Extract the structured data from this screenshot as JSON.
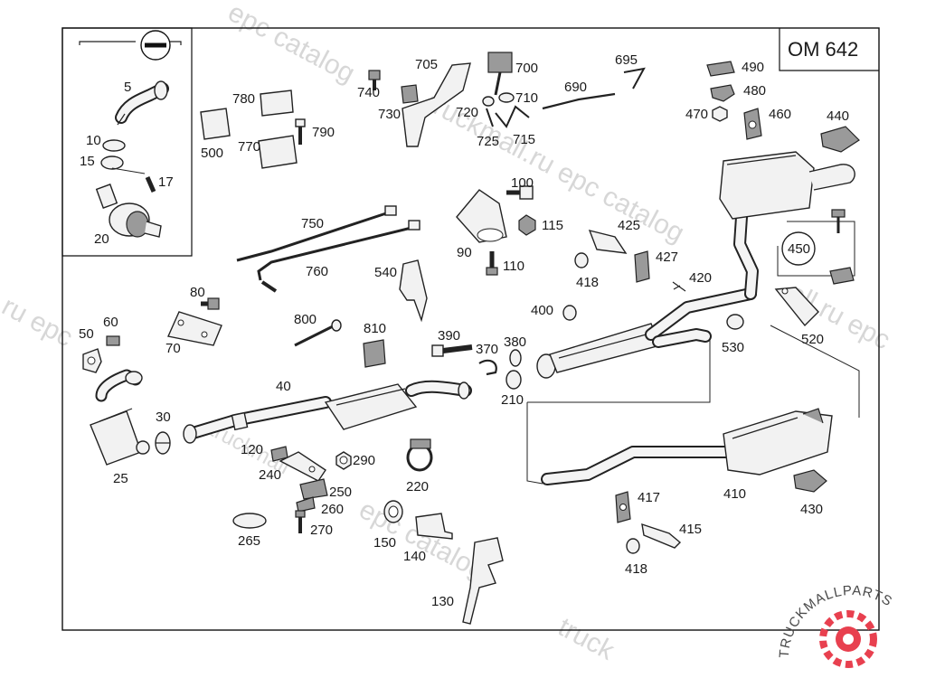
{
  "diagram": {
    "model_code": "OM 642",
    "part_numbers": [
      "5",
      "10",
      "15",
      "17",
      "20",
      "25",
      "30",
      "40",
      "50",
      "60",
      "70",
      "80",
      "90",
      "100",
      "110",
      "115",
      "120",
      "130",
      "140",
      "150",
      "210",
      "220",
      "240",
      "250",
      "260",
      "265",
      "270",
      "290",
      "370",
      "380",
      "390",
      "400",
      "410",
      "415",
      "417",
      "418",
      "418",
      "420",
      "425",
      "427",
      "430",
      "440",
      "450",
      "460",
      "470",
      "480",
      "490",
      "500",
      "520",
      "530",
      "540",
      "690",
      "695",
      "700",
      "705",
      "710",
      "715",
      "720",
      "725",
      "730",
      "740",
      "750",
      "760",
      "770",
      "780",
      "790",
      "800",
      "810"
    ]
  },
  "watermarks": {
    "repeat": "truckmall.ru epc catalog",
    "frag_1": "epc catalog",
    "frag_2": "truckmall.ru",
    "frag_3": "epc catalog",
    "frag_4": "truckmall.ru epc catalog",
    "frag_5": "ru epc",
    "frag_6": "truckmall.ru epc catalog",
    "frag_7": "truckmall",
    "frag_8": "epc catalog",
    "frag_9": "truckmall.ru epc catalog",
    "frag_10": "all.ru epc",
    "frag_11": "truck"
  },
  "logo": {
    "text": "TRUCKMALLPARTS",
    "colors": {
      "accent": "#e8404f",
      "dark": "#4a4a4a"
    }
  }
}
